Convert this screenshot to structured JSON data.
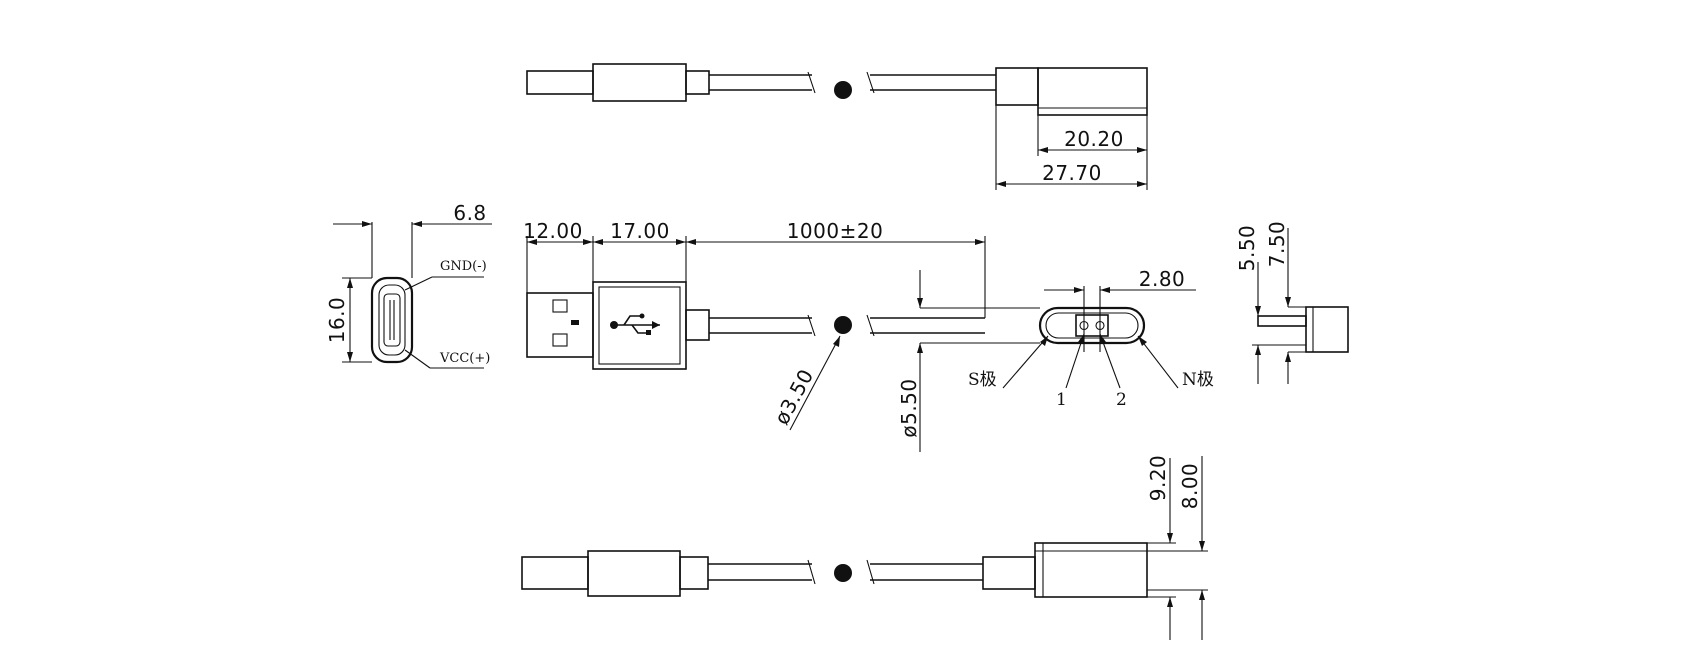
{
  "dimensions": {
    "top_inner_width": "20.20",
    "top_outer_width": "27.70",
    "port_width": "6.8",
    "port_height": "16.0",
    "usb_plug_length": "12.00",
    "usb_body_length": "17.00",
    "cable_length": "1000±20",
    "pin_pitch": "2.80",
    "cable_diameter": "ø3.50",
    "head_diameter": "ø5.50",
    "side_height_inner": "5.50",
    "side_height_outer": "7.50",
    "bottom_height_outer": "9.20",
    "bottom_height_inner": "8.00"
  },
  "labels": {
    "gnd": "GND(-)",
    "vcc": "VCC(+)",
    "s_pole": "S极",
    "n_pole": "N极",
    "pin_1": "1",
    "pin_2": "2"
  }
}
